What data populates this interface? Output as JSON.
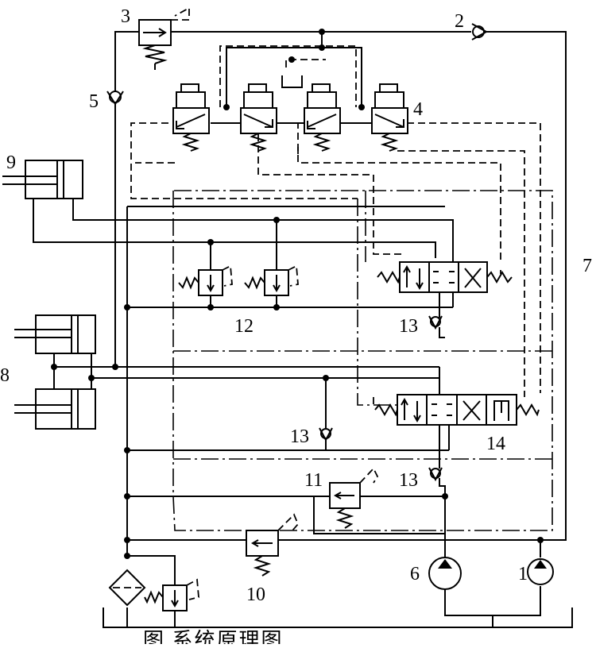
{
  "labels": {
    "c1": "1",
    "c2": "2",
    "c3": "3",
    "c4": "4",
    "c5": "5",
    "c6": "6",
    "c7": "7",
    "c8": "8",
    "c9": "9",
    "c10": "10",
    "c11": "11",
    "c12": "12",
    "c13a": "13",
    "c13b": "13",
    "c13c": "13",
    "c14": "14"
  },
  "caption": "图                系统原理图"
}
